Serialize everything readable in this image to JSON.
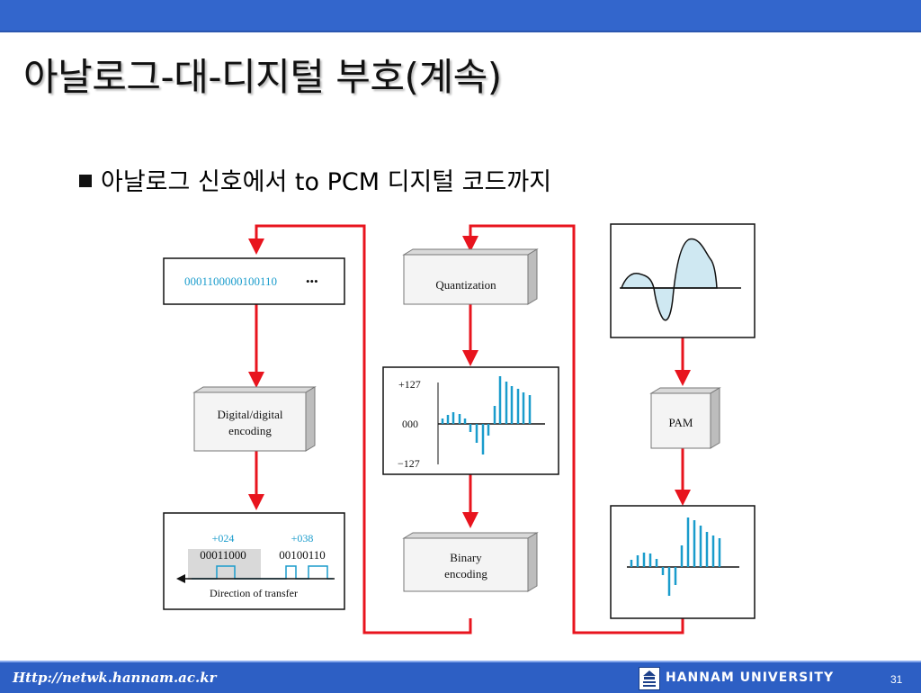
{
  "slide": {
    "title": "아날로그-대-디지털 부호(계속)",
    "bullet": "아날로그 신호에서 to PCM 디지털 코드까지"
  },
  "diagram": {
    "bitstream": "0001100000100110",
    "bitstream_ellipsis": "•••",
    "digital_encoding_label": [
      "Digital/digital",
      "encoding"
    ],
    "quantization_label": "Quantization",
    "binary_encoding_label": [
      "Binary",
      "encoding"
    ],
    "pam_label": "PAM",
    "quantized_axis_labels": {
      "top": "+127",
      "middle": "000",
      "bottom": "−127"
    },
    "code_values": [
      "+024",
      "+038"
    ],
    "code_bits": [
      "00011000",
      "00100110"
    ],
    "direction_label": "Direction of transfer",
    "colors": {
      "arrow": "#e8141e",
      "accent": "#1a9ccc",
      "fill": "#cfe8f2"
    }
  },
  "footer": {
    "url": "Http://netwk.hannam.ac.kr",
    "university": "HANNAM UNIVERSITY",
    "page_number": "31"
  }
}
